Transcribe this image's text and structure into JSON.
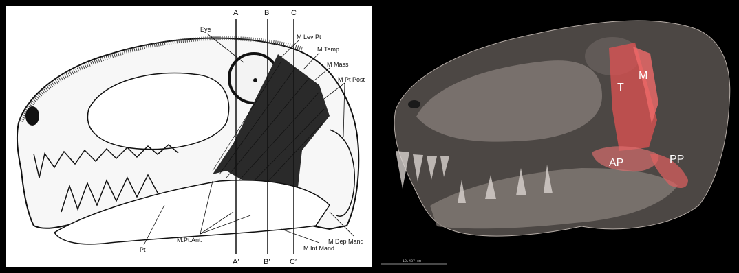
{
  "left": {
    "section_top": [
      "A",
      "B",
      "C"
    ],
    "section_bottom": [
      "A′",
      "B′",
      "C′"
    ],
    "labels": {
      "eye": "Eye",
      "lev_pt": "M Lev Pt",
      "temp": "M.Temp",
      "mass": "M Mass",
      "pt_post": "M Pt Post",
      "dep_mand": "M Dep Mand",
      "int_mand": "M Int Mand",
      "pt_ant": "M.Pt.Ant.",
      "pt": "Pt"
    }
  },
  "right": {
    "labels": {
      "t": "T",
      "m": "M",
      "ap": "AP",
      "pp": "PP"
    },
    "scale_text": "10.437 cm",
    "colors": {
      "muscle": "#e05252",
      "bone": "#8a817c"
    }
  }
}
